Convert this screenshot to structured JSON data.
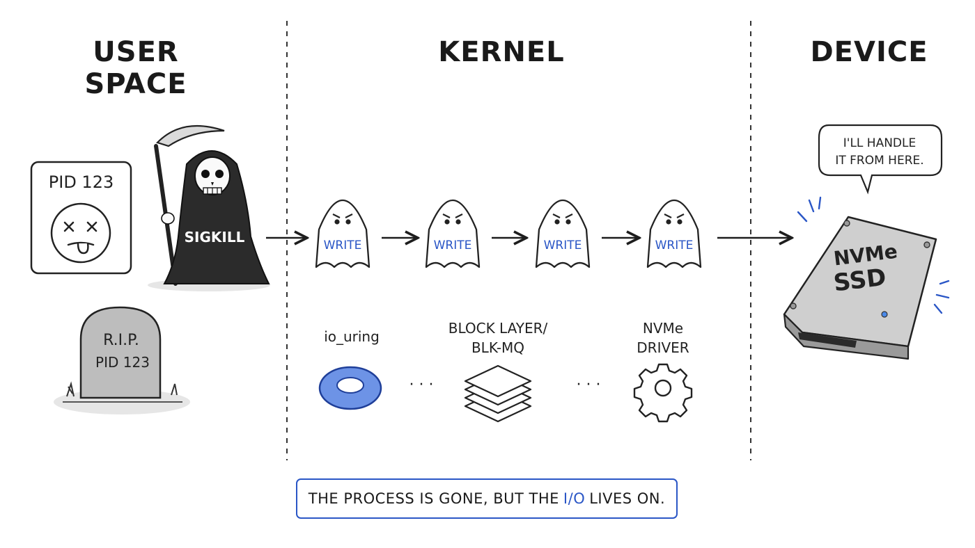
{
  "columns": {
    "user_space": "USER SPACE",
    "kernel": "KERNEL",
    "device": "DEVICE"
  },
  "process_card": {
    "pid": "PID 123"
  },
  "reaper": {
    "signal": "SIGKILL"
  },
  "tombstone": {
    "line1": "R.I.P.",
    "line2": "PID 123"
  },
  "writes": [
    "WRITE",
    "WRITE",
    "WRITE",
    "WRITE"
  ],
  "stages": {
    "io_uring": "io_uring",
    "block_layer_line1": "BLOCK LAYER/",
    "block_layer_line2": "BLK-MQ",
    "nvme_driver_line1": "NVMe",
    "nvme_driver_line2": "DRIVER",
    "ellipsis": "· · ·"
  },
  "speech_bubble": {
    "line1": "I'LL HANDLE",
    "line2": "IT FROM HERE."
  },
  "ssd": {
    "line1": "NVMe",
    "line2": "SSD"
  },
  "footer": {
    "before": "THE PROCESS IS GONE, BUT THE",
    "highlight": "I/O",
    "after": "LIVES ON."
  },
  "colors": {
    "accent": "#2a56c6",
    "ink": "#1d1d1d",
    "ring": "#6d93e6",
    "stone": "#b9b9b9",
    "ssd": "#cfcfcf"
  }
}
